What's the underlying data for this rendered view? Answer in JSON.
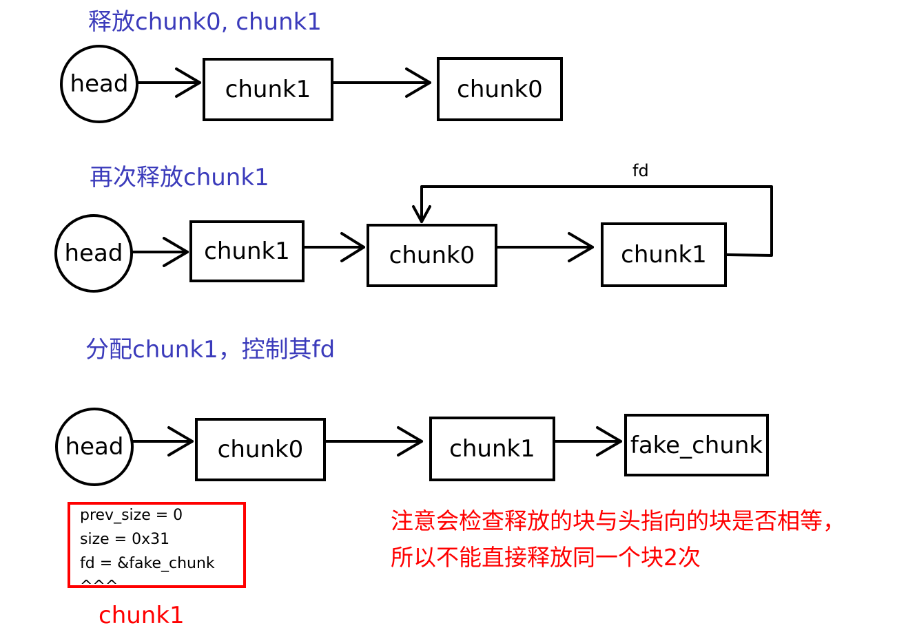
{
  "captions": {
    "step1": "释放chunk0, chunk1",
    "step2": "再次释放chunk1",
    "step3": "分配chunk1，控制其fd"
  },
  "row1": {
    "head": "head",
    "n1": "chunk1",
    "n2": "chunk0"
  },
  "row2": {
    "head": "head",
    "n1": "chunk1",
    "n2": "chunk0",
    "n3": "chunk1",
    "loop_label": "fd"
  },
  "row3": {
    "head": "head",
    "n1": "chunk0",
    "n2": "chunk1",
    "n3": "fake_chunk"
  },
  "memory": {
    "lines": [
      "prev_size = 0",
      "size = 0x31",
      "fd = &fake_chunk",
      "^^^"
    ],
    "label": "chunk1"
  },
  "note": {
    "line1": "注意会检查释放的块与头指向的块是否相等，",
    "line2": "所以不能直接释放同一个块2次"
  },
  "colors": {
    "caption": "#3b3bbb",
    "highlight": "#ff0000",
    "stroke": "#000000"
  }
}
